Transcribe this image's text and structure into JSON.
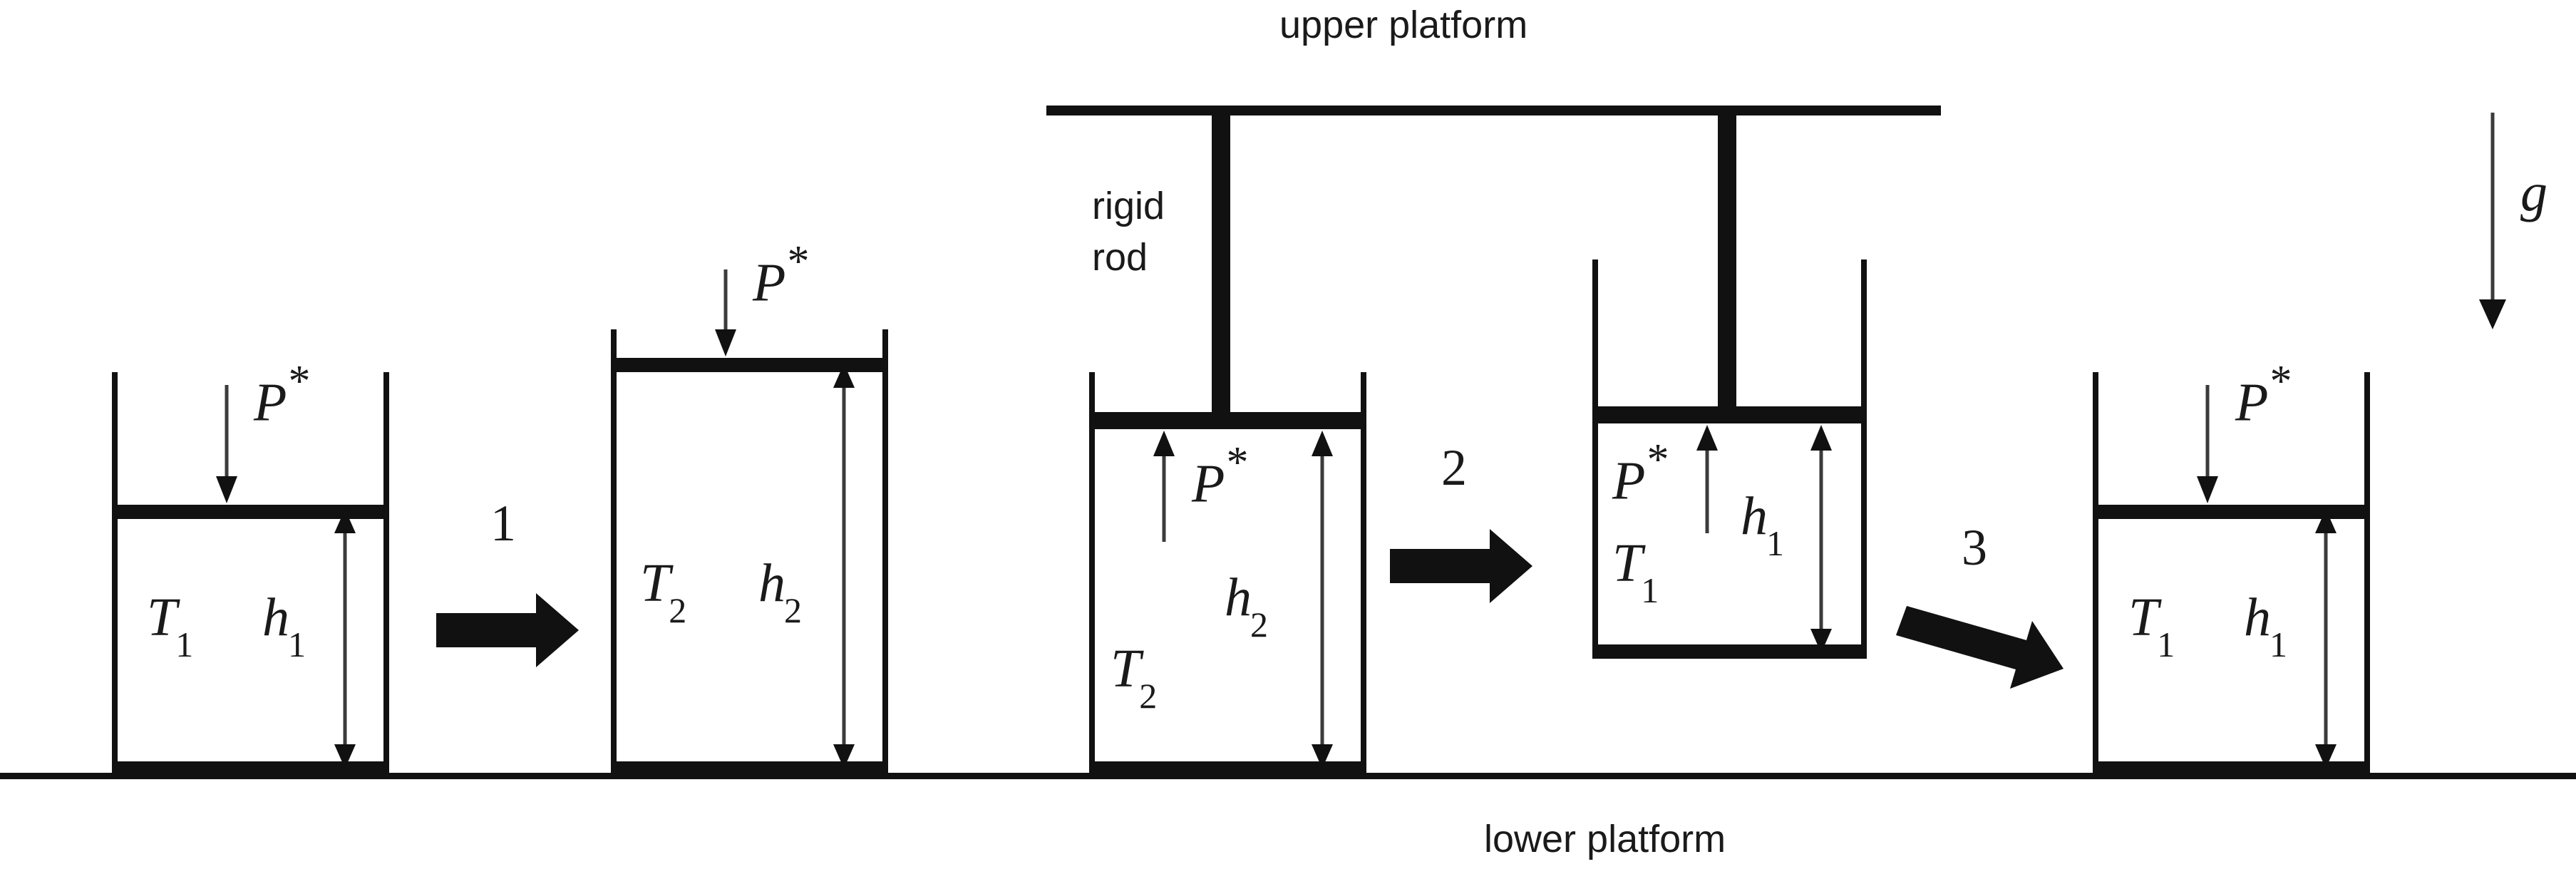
{
  "diagram": {
    "title_absent": true,
    "colors": {
      "stroke": "#000000",
      "thin_stroke": "#3b3b3b",
      "background": "#ffffff",
      "text": "#1a1a1a"
    },
    "platforms": {
      "upper_label": "upper platform",
      "lower_label": "lower platform"
    },
    "rod_label_line1": "rigid",
    "rod_label_line2": "rod",
    "gravity_label": "g",
    "process_arrows": [
      {
        "label": "1",
        "direction": "right"
      },
      {
        "label": "2",
        "direction": "right"
      },
      {
        "label": "3",
        "direction": "down-right"
      }
    ],
    "states": [
      {
        "id": "state-1",
        "pressure_label": "P",
        "pressure_superscript": "*",
        "pressure_arrow_direction": "down",
        "temperature_symbol": "T",
        "temperature_subscript": "1",
        "height_symbol": "h",
        "height_subscript": "1",
        "resting": "lower platform",
        "attached_to_rod": false
      },
      {
        "id": "state-2",
        "pressure_label": "P",
        "pressure_superscript": "*",
        "pressure_arrow_direction": "down",
        "temperature_symbol": "T",
        "temperature_subscript": "2",
        "height_symbol": "h",
        "height_subscript": "2",
        "resting": "lower platform",
        "attached_to_rod": false
      },
      {
        "id": "state-3",
        "pressure_label": "P",
        "pressure_superscript": "*",
        "pressure_arrow_direction": "up",
        "temperature_symbol": "T",
        "temperature_subscript": "2",
        "height_symbol": "h",
        "height_subscript": "2",
        "resting": "lower platform",
        "attached_to_rod": true
      },
      {
        "id": "state-4",
        "pressure_label": "P",
        "pressure_superscript": "*",
        "pressure_arrow_direction": "up",
        "temperature_symbol": "T",
        "temperature_subscript": "1",
        "height_symbol": "h",
        "height_subscript": "1",
        "resting": "suspended",
        "attached_to_rod": true
      },
      {
        "id": "state-5",
        "pressure_label": "P",
        "pressure_superscript": "*",
        "pressure_arrow_direction": "down",
        "temperature_symbol": "T",
        "temperature_subscript": "1",
        "height_symbol": "h",
        "height_subscript": "1",
        "resting": "lower platform",
        "attached_to_rod": false
      }
    ]
  }
}
